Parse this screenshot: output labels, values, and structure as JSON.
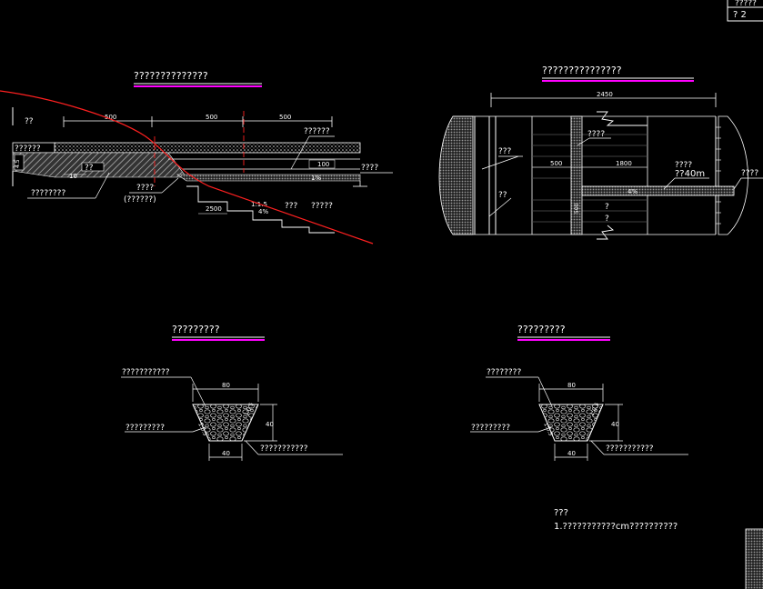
{
  "title_block": {
    "line1": "?????",
    "line2": "?  2"
  },
  "section_cross": {
    "title": "??????????????",
    "labels": {
      "left_top": "??",
      "left_layer": "??????",
      "left_bottom": "????????",
      "mid_small": "??",
      "right_top": "??????",
      "right_side": "????",
      "mid_left": "????",
      "mid_left_paren": "(??????)",
      "mid_bottom1": "???",
      "mid_bottom2": "?????",
      "slope": "1:1.5"
    },
    "dims": {
      "d1": "500",
      "d2": "500",
      "d3": "500",
      "d4": "100",
      "d5": "10",
      "d6": "2500",
      "v1": "4.5",
      "s1": "1%",
      "s2": "4%"
    }
  },
  "section_plan": {
    "title": "???????????????",
    "labels": {
      "left1": "???",
      "left2": "??",
      "top_mid": "????",
      "right_mid": "????",
      "right_len": "??40m",
      "far_right": "????",
      "q1": "?",
      "q2": "?"
    },
    "dims": {
      "total": "2450",
      "d1": "500",
      "d2": "1800",
      "slope": "4%",
      "v1": "500"
    }
  },
  "detail_left": {
    "title": "?????????",
    "labels": {
      "top": "???????????",
      "mid": "?????????",
      "bottom": "???????????"
    },
    "dims": {
      "top": "80",
      "bottom": "40",
      "height": "40",
      "side_l": "1:0.5",
      "side_r": "1:0.5"
    }
  },
  "detail_right": {
    "title": "?????????",
    "labels": {
      "top": "????????",
      "mid": "?????????",
      "bottom": "???????????"
    },
    "dims": {
      "top": "80",
      "bottom": "40",
      "height": "40",
      "side_l": "1:0.5",
      "side_r": "1:0.5"
    }
  },
  "notes": {
    "heading": "???",
    "line1": "1.???????????cm??????????"
  },
  "colors": {
    "accent_red": "#ff2020",
    "underline_magenta": "#ff00ff",
    "hatch_gray": "#bdbdbd"
  }
}
